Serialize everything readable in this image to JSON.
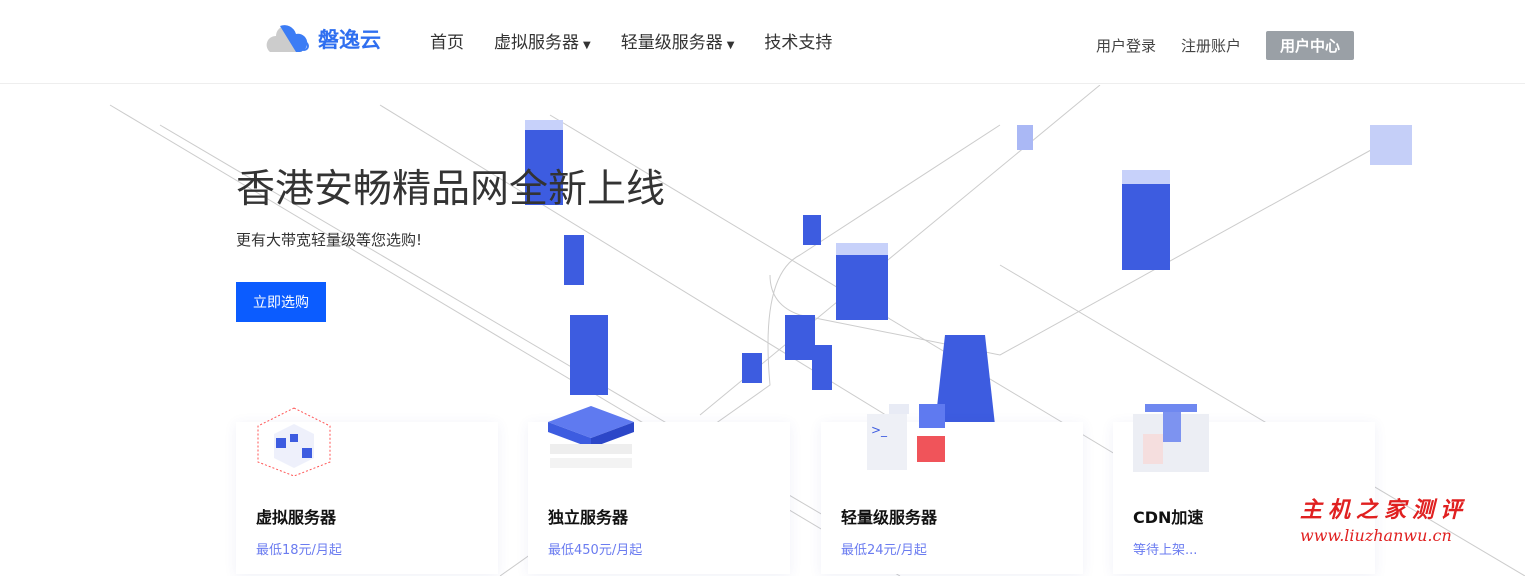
{
  "nav": {
    "logo_text": "磐逸云",
    "menu": [
      {
        "label": "首页"
      },
      {
        "label": "虚拟服务器",
        "dropdown": true
      },
      {
        "label": "轻量级服务器",
        "dropdown": true
      },
      {
        "label": "技术支持"
      }
    ],
    "login": "用户登录",
    "register": "注册账户",
    "user_center": "用户中心"
  },
  "hero": {
    "title": "香港安畅精品网全新上线",
    "subtitle": "更有大带宽轻量级等您选购!",
    "cta": "立即选购"
  },
  "cards": [
    {
      "name": "虚拟服务器",
      "price": "最低18元/月起"
    },
    {
      "name": "独立服务器",
      "price": "最低450元/月起"
    },
    {
      "name": "轻量级服务器",
      "price": "最低24元/月起"
    },
    {
      "name": "CDN加速",
      "price": "等待上架..."
    }
  ],
  "watermark": {
    "line1": "主机之家测评",
    "line2": "www.liuzhanwu.cn"
  },
  "colors": {
    "primary": "#0b5cff",
    "price": "#6b7cf0",
    "building": "#3d5ce0"
  }
}
